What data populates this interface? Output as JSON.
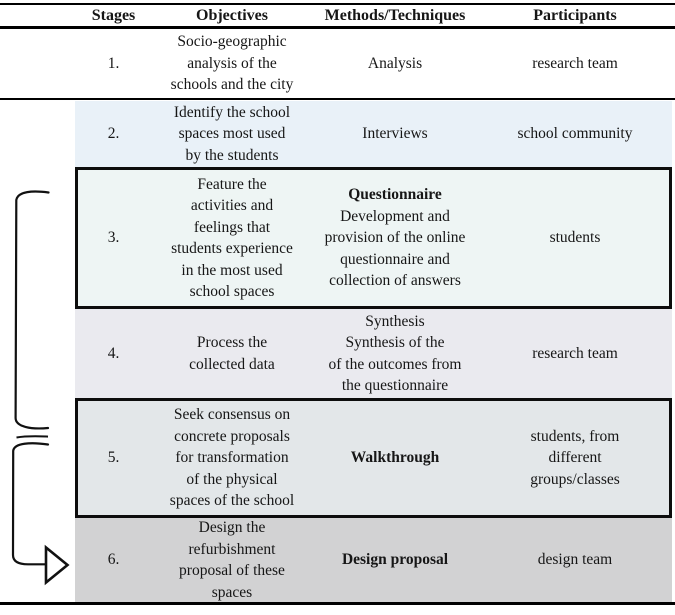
{
  "table": {
    "headers": [
      "Stages",
      "Objectives",
      "Methods/Techniques",
      "Participants"
    ],
    "rows": [
      {
        "stage": "1.",
        "objective": "Socio-geographic\nanalysis of the\nschools and the city",
        "method_title": "",
        "method_desc": "Analysis",
        "participants": "research team"
      },
      {
        "stage": "2.",
        "objective": "Identify the school\nspaces most used\nby the students",
        "method_title": "",
        "method_desc": "Interviews",
        "participants": "school community"
      },
      {
        "stage": "3.",
        "objective": "Feature the\nactivities and\nfeelings that\nstudents experience\nin the most used\nschool spaces",
        "method_title": "Questionnaire",
        "method_desc": "Development and\nprovision of the online\nquestionnaire and\ncollection of answers",
        "participants": "students"
      },
      {
        "stage": "4.",
        "objective": "Process the\ncollected data",
        "method_title": "",
        "method_desc": "Synthesis\nSynthesis of the\nof the outcomes from\nthe questionnaire",
        "participants": "research team"
      },
      {
        "stage": "5.",
        "objective": "Seek consensus on\nconcrete proposals\nfor transformation\nof the physical\nspaces of the school",
        "method_title": "Walkthrough",
        "method_desc": "",
        "participants": "students, from\ndifferent\ngroups/classes"
      },
      {
        "stage": "6.",
        "objective": "Design the\nrefurbishment\nproposal of these\nspaces",
        "method_title": "Design proposal",
        "method_desc": "",
        "participants": "design team"
      }
    ]
  },
  "colors": {
    "row2_bg": "#e9f1f8",
    "row3_bg": "#eef5f4",
    "row4_bg": "#eaeaef",
    "row5_bg": "#e3e7e9",
    "row6_bg": "#d2d2d3",
    "box_border": "#0d0d0d",
    "rule": "#000000",
    "annotation_stroke": "#111111"
  }
}
